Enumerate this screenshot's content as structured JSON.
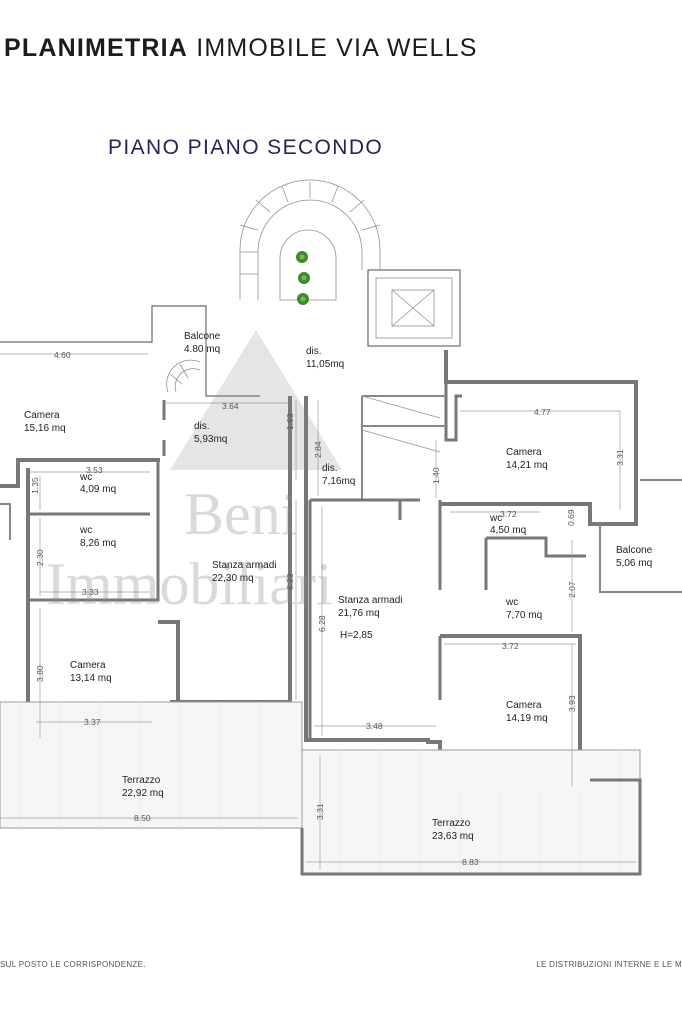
{
  "header": {
    "title_bold": "PLANIMETRIA",
    "title_rest": "IMMOBILE VIA WELLS",
    "floor": "PIANO PIANO SECONDO"
  },
  "watermark": {
    "line1": "Beni",
    "line2": "Immobiliari"
  },
  "rooms": {
    "balcone1": {
      "name": "Balcone",
      "area": "4.80 mq"
    },
    "dis1": {
      "name": "dis.",
      "area": "11,05mq"
    },
    "camera1": {
      "name": "Camera",
      "area": "15,16 mq"
    },
    "dis2": {
      "name": "dis.",
      "area": "5,93mq"
    },
    "dis3": {
      "name": "dis.",
      "area": "7,16mq"
    },
    "camera2": {
      "name": "Camera",
      "area": "14,21 mq"
    },
    "wc1": {
      "name": "wc",
      "area": "4,09 mq"
    },
    "wc2": {
      "name": "wc",
      "area": "8,26 mq"
    },
    "wc3": {
      "name": "wc",
      "area": "4,50 mq"
    },
    "balcone2": {
      "name": "Balcone",
      "area": "5,06 mq"
    },
    "stanza1": {
      "name": "Stanza armadi",
      "area": "22,30 mq"
    },
    "stanza2": {
      "name": "Stanza armadi",
      "area": "21,76 mq",
      "height": "H=2,85"
    },
    "wc4": {
      "name": "wc",
      "area": "7,70 mq"
    },
    "camera3": {
      "name": "Camera",
      "area": "13,14 mq"
    },
    "camera4": {
      "name": "Camera",
      "area": "14,19 mq"
    },
    "terrazzo1": {
      "name": "Terrazzo",
      "area": "22,92 mq"
    },
    "terrazzo2": {
      "name": "Terrazzo",
      "area": "23,63 mq"
    }
  },
  "dimensions": {
    "d460": "4.60",
    "d364": "3.64",
    "d163": "1.63",
    "d477": "4.77",
    "d353": "3.53",
    "d135": "1.35",
    "d284": "2.84",
    "d140": "1.40",
    "d331a": "3.31",
    "d372a": "3.72",
    "d069": "0.69",
    "d230": "2.30",
    "d333": "3.33",
    "d623": "6.23",
    "d628": "6.28",
    "d207": "2.07",
    "d372b": "3.72",
    "d380": "3.80",
    "d393": "3.93",
    "d337": "3.37",
    "d348": "3.48",
    "d331b": "3.31",
    "d850": "8.50",
    "d883": "8.83"
  },
  "footer": {
    "left": "SUL POSTO LE CORRISPONDENZE.",
    "right": "LE DISTRIBUZIONI INTERNE E LE M"
  },
  "colors": {
    "title": "#1c1c1c",
    "floor": "#24245a",
    "walls": "#6a6a6a",
    "dims": "#a89a90",
    "plants": "#3e8a2e"
  }
}
